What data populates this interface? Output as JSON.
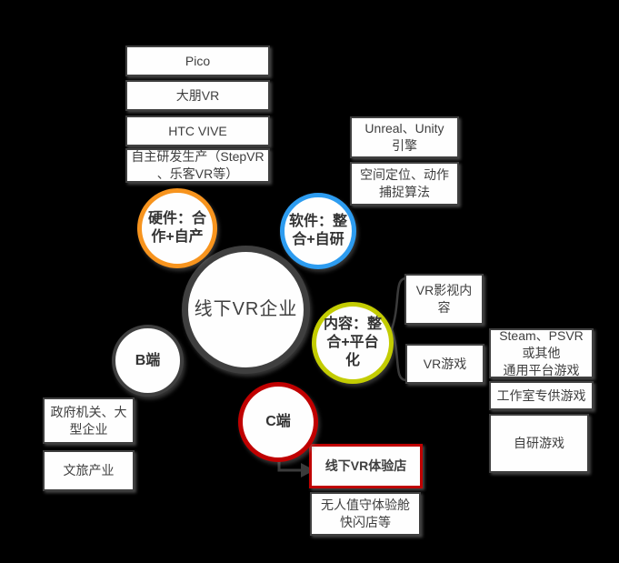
{
  "colors": {
    "background": "#000000",
    "box_border": "#3F3F3F",
    "text": "#3F3F3F",
    "hardware_accent": "#F7941E",
    "software_accent": "#2D9CF0",
    "content_accent": "#C3CC02",
    "b_side_accent": "#3F3F3F",
    "c_side_accent": "#C00000",
    "connector": "#3B3B3B"
  },
  "central": {
    "label": "线下VR企业"
  },
  "hardware": {
    "label": "硬件：合\n作+自产",
    "boxes": [
      {
        "label": "Pico"
      },
      {
        "label": "大朋VR"
      },
      {
        "label": "HTC VIVE"
      },
      {
        "label": "自主研发生产（StepVR\n、乐客VR等）"
      }
    ]
  },
  "software": {
    "label": "软件：整\n合+自研",
    "boxes": [
      {
        "label": "Unreal、Unity\n引擎"
      },
      {
        "label": "空间定位、动作\n捕捉算法"
      }
    ]
  },
  "content": {
    "label": "内容：整\n合+平台\n化",
    "boxes": [
      {
        "label": "VR影视内\n容"
      },
      {
        "label": "VR游戏"
      }
    ],
    "game_boxes": [
      {
        "label": "Steam、PSVR\n或其他\n通用平台游戏"
      },
      {
        "label": "工作室专供游戏"
      },
      {
        "label": "自研游戏"
      }
    ]
  },
  "b_side": {
    "label": "B端",
    "boxes": [
      {
        "label": "政府机关、大\n型企业"
      },
      {
        "label": "文旅产业"
      }
    ]
  },
  "c_side": {
    "label": "C端",
    "boxes": [
      {
        "label": "线下VR体验店"
      },
      {
        "label": "无人值守体验舱\n快闪店等"
      }
    ]
  }
}
